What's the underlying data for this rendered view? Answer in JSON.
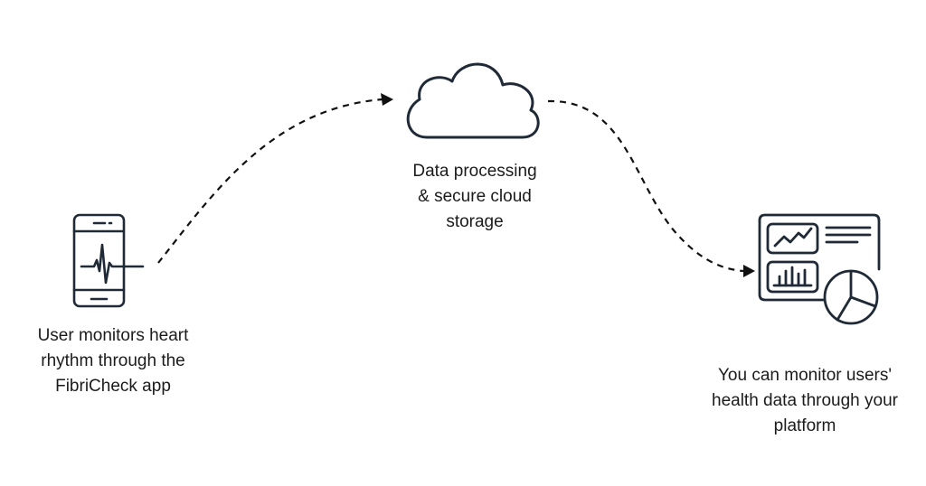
{
  "steps": {
    "phone": {
      "icon": "smartphone-heart-rhythm-icon",
      "caption_lines": [
        "User monitors heart",
        "rhythm through the",
        "FibriCheck app"
      ]
    },
    "cloud": {
      "icon": "cloud-icon",
      "caption_lines": [
        "Data processing",
        "& secure cloud",
        "storage"
      ]
    },
    "dashboard": {
      "icon": "dashboard-analytics-icon",
      "caption_lines": [
        "You can monitor users'",
        "health data through your",
        "platform"
      ]
    }
  },
  "colors": {
    "icon_stroke": "#1f2a36",
    "arrow": "#111111",
    "text": "#1b1b1b"
  }
}
